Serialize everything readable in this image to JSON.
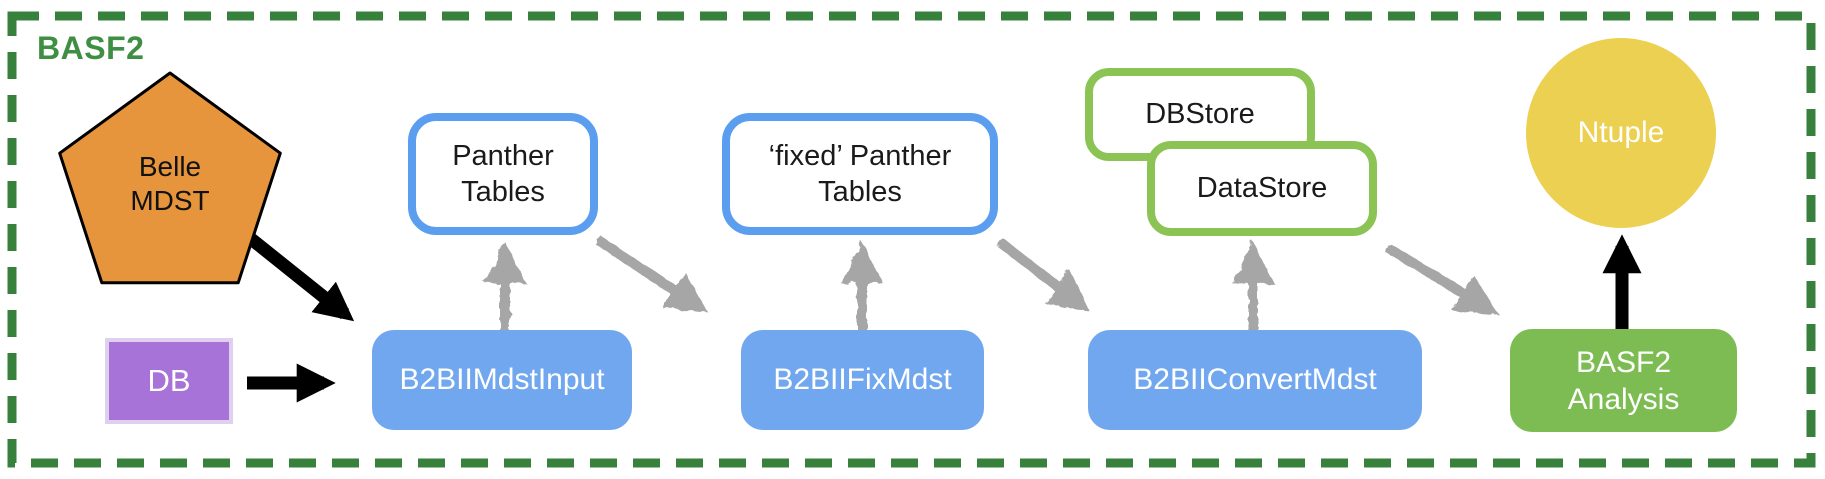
{
  "frame": {
    "label": "BASF2",
    "border_color": "#37813C",
    "label_color": "#3E8F43"
  },
  "nodes": {
    "belle_mdst": {
      "label": "Belle MDST",
      "shape": "pentagon",
      "fill": "#E6953D"
    },
    "db": {
      "label": "DB",
      "shape": "rectangle",
      "fill": "#A873D8"
    },
    "b2bii_mdst_input": {
      "label": "B2BIIMdstInput",
      "shape": "rounded-rectangle",
      "fill": "#71A7EE"
    },
    "panther_tables": {
      "label": "Panther Tables",
      "shape": "rounded-rectangle",
      "fill": "#FFFFFF",
      "border": "#5B9EF0"
    },
    "b2bii_fix_mdst": {
      "label": "B2BIIFixMdst",
      "shape": "rounded-rectangle",
      "fill": "#71A7EE"
    },
    "fixed_panther_tables": {
      "label": "‘fixed’ Panther Tables",
      "shape": "rounded-rectangle",
      "fill": "#FFFFFF",
      "border": "#5B9EF0"
    },
    "b2bii_convert_mdst": {
      "label": "B2BIIConvertMdst",
      "shape": "rounded-rectangle",
      "fill": "#71A7EE"
    },
    "dbstore": {
      "label": "DBStore",
      "shape": "rounded-rectangle",
      "fill": "#FFFFFF",
      "border": "#8CC355"
    },
    "datastore": {
      "label": "DataStore",
      "shape": "rounded-rectangle",
      "fill": "#FFFFFF",
      "border": "#8CC355"
    },
    "basf2_analysis": {
      "label": "BASF2 Analysis",
      "shape": "rounded-rectangle",
      "fill": "#7CBC52"
    },
    "ntuple": {
      "label": "Ntuple",
      "shape": "circle",
      "fill": "#ECD052"
    }
  },
  "edges": [
    {
      "from": "Belle MDST",
      "to": "B2BIIMdstInput",
      "style": "solid-black"
    },
    {
      "from": "DB",
      "to": "B2BIIMdstInput",
      "style": "solid-black"
    },
    {
      "from": "B2BIIMdstInput",
      "to": "Panther Tables",
      "style": "sketch-gray"
    },
    {
      "from": "Panther Tables",
      "to": "B2BIIFixMdst",
      "style": "sketch-gray"
    },
    {
      "from": "B2BIIFixMdst",
      "to": "‘fixed’ Panther Tables",
      "style": "sketch-gray"
    },
    {
      "from": "‘fixed’ Panther Tables",
      "to": "B2BIIConvertMdst",
      "style": "sketch-gray"
    },
    {
      "from": "B2BIIConvertMdst",
      "to": "DataStore",
      "style": "sketch-gray"
    },
    {
      "from": "DataStore",
      "to": "BASF2 Analysis",
      "style": "sketch-gray"
    },
    {
      "from": "BASF2 Analysis",
      "to": "Ntuple",
      "style": "solid-black"
    }
  ],
  "colors": {
    "frame_green": "#37813C",
    "label_green": "#3E8F43",
    "pentagon_orange": "#E6953D",
    "db_purple": "#A873D8",
    "module_blue": "#71A7EE",
    "table_border_blue": "#5B9EF0",
    "store_border_green": "#8CC355",
    "analysis_green": "#7CBC52",
    "ntuple_yellow": "#ECD052",
    "arrow_black": "#000000",
    "arrow_gray": "#A6A6A6"
  }
}
